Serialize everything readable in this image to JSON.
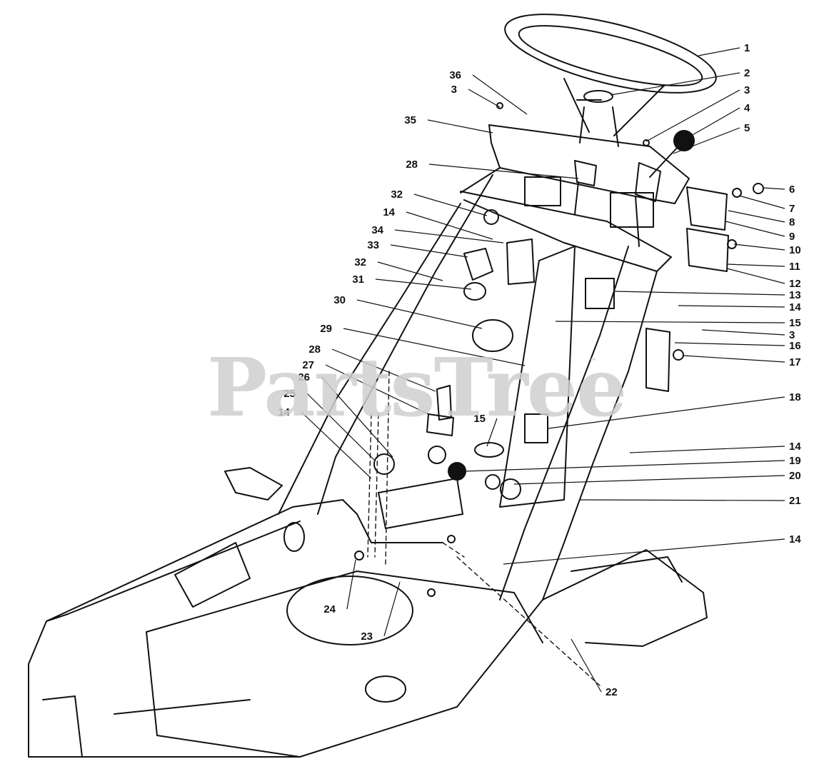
{
  "watermark": {
    "text": "PartsTree",
    "tm": "™"
  },
  "callouts": [
    {
      "label": "1"
    },
    {
      "label": "2"
    },
    {
      "label": "3"
    },
    {
      "label": "4"
    },
    {
      "label": "5"
    },
    {
      "label": "6"
    },
    {
      "label": "7"
    },
    {
      "label": "8"
    },
    {
      "label": "9"
    },
    {
      "label": "10"
    },
    {
      "label": "11"
    },
    {
      "label": "12"
    },
    {
      "label": "13"
    },
    {
      "label": "14"
    },
    {
      "label": "15"
    },
    {
      "label": "3"
    },
    {
      "label": "16"
    },
    {
      "label": "17"
    },
    {
      "label": "18"
    },
    {
      "label": "14"
    },
    {
      "label": "19"
    },
    {
      "label": "20"
    },
    {
      "label": "21"
    },
    {
      "label": "14"
    },
    {
      "label": "22"
    },
    {
      "label": "36"
    },
    {
      "label": "3"
    },
    {
      "label": "35"
    },
    {
      "label": "28"
    },
    {
      "label": "32"
    },
    {
      "label": "14"
    },
    {
      "label": "34"
    },
    {
      "label": "33"
    },
    {
      "label": "32"
    },
    {
      "label": "31"
    },
    {
      "label": "30"
    },
    {
      "label": "29"
    },
    {
      "label": "28"
    },
    {
      "label": "27"
    },
    {
      "label": "26"
    },
    {
      "label": "25"
    },
    {
      "label": "14"
    },
    {
      "label": "15"
    },
    {
      "label": "24"
    },
    {
      "label": "23"
    }
  ]
}
